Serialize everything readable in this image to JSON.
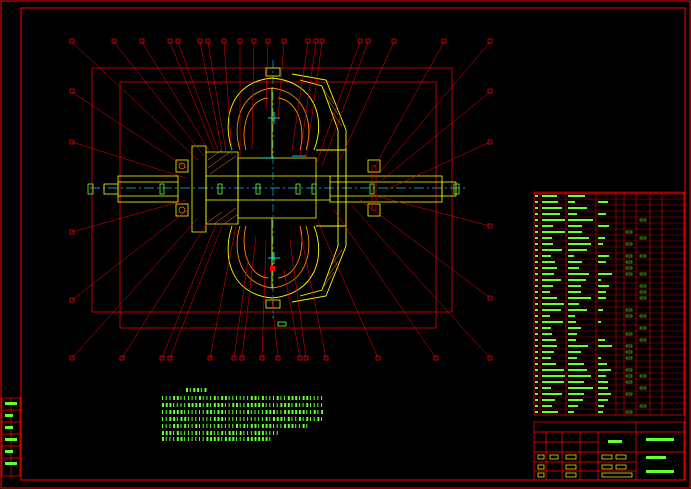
{
  "drawing": {
    "colors": {
      "background": "#000000",
      "frame": "#ff0000",
      "leader": "#ff0000",
      "part_outline": "#ffff00",
      "hatch": "#ff8800",
      "centerline": "#00ccff",
      "text": "#66ff33",
      "table_line": "#ff0000",
      "bolt": "#00ffff"
    },
    "title_block_text": "",
    "notes": [],
    "balloons_top_count": 22,
    "balloons_bottom_count": 15,
    "balloons_side_count": 6,
    "parts_list_rows": 37
  }
}
